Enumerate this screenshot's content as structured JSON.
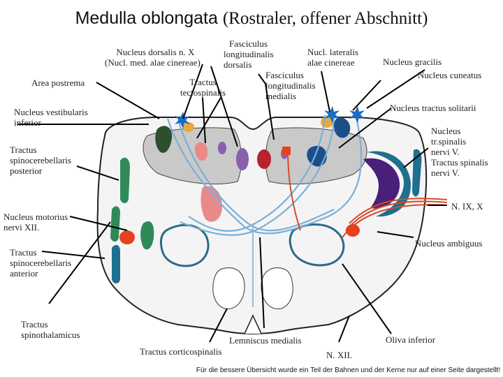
{
  "title": {
    "main": "Medulla oblongata",
    "sub": "(Rostraler, offener Abschnitt)"
  },
  "labels": {
    "fasciculus_long_dorsalis_1": "Fasciculus",
    "fasciculus_long_dorsalis_2": "longitudinalis",
    "fasciculus_long_dorsalis_3": "dorsalis",
    "nucleus_dorsalis_x_1": "Nucleus dorsalis n. X",
    "nucleus_dorsalis_x_2": "(Nucl. med. alae cinereae)",
    "nucl_lateralis_1": "Nucl. lateralis",
    "nucl_lateralis_2": "alae cinereae",
    "nucleus_gracilis": "Nucleus gracilis",
    "nucleus_cuneatus": "Nucleus cuneatus",
    "area_postrema": "Area postrema",
    "tractus_tectospinalis_1": "Tractus",
    "tractus_tectospinalis_2": "tectospinalis",
    "fasciculus_long_medialis_1": "Fasciculus",
    "fasciculus_long_medialis_2": "longitudinalis",
    "fasciculus_long_medialis_3": "medialis",
    "nucleus_tractus_solitarii": "Nucleus tractus solitarii",
    "nucleus_vestibularis_1": "Nucleus vestibularis",
    "nucleus_vestibularis_2": "inferior",
    "nucleus_tr_spinalis_1": "Nucleus",
    "nucleus_tr_spinalis_2": "tr.spinalis",
    "nucleus_tr_spinalis_3": "nervi V.",
    "nucleus_tr_spinalis_4": "Tractus spinalis",
    "nucleus_tr_spinalis_5": "nervi V.",
    "tractus_scb_post_1": "Tractus",
    "tractus_scb_post_2": "spinocerebellaris",
    "tractus_scb_post_3": "posterior",
    "n_ix_x": "N. IX, X",
    "nucleus_motorius_xii_1": "Nucleus motorius",
    "nucleus_motorius_xii_2": "nervi XII.",
    "nucleus_ambiguus": "Nucleus ambiguus",
    "tractus_scb_ant_1": "Tractus",
    "tractus_scb_ant_2": "spinocerebellaris",
    "tractus_scb_ant_3": "anterior",
    "tractus_spinothalamicus_1": "Tractus",
    "tractus_spinothalamicus_2": "spinothalamicus",
    "lemniscus_medialis": "Lemniscus medialis",
    "tractus_corticospinalis": "Tractus corticospinalis",
    "n_xii": "N. XII.",
    "oliva_inferior": "Oliva inferior"
  },
  "footnote": "Für die bessere Übersicht wurde ein Teil der Bahnen und der Kerne nur auf einer Seite dargestellt!",
  "colors": {
    "outline": "#222222",
    "white_matter": "#f4f4f4",
    "gray_matter": "#c9c9c9",
    "vestibular": "#2e4f2e",
    "vagus_dorsal": "#e8a93a",
    "motor_xii": "#b8222a",
    "hypoglossal_pink": "#e88a8a",
    "mlf": "#8a5fb0",
    "solitarius": "#1a4f8a",
    "trigeminal": "#4a1f7a",
    "ambiguus_red": "#e4421f",
    "olive": "#2a6a8a",
    "tract_green": "#2f8a5a",
    "tract_teal": "#1f6f8f",
    "fiber_blue": "#7ab0d8",
    "fiber_red": "#d84a2a"
  }
}
